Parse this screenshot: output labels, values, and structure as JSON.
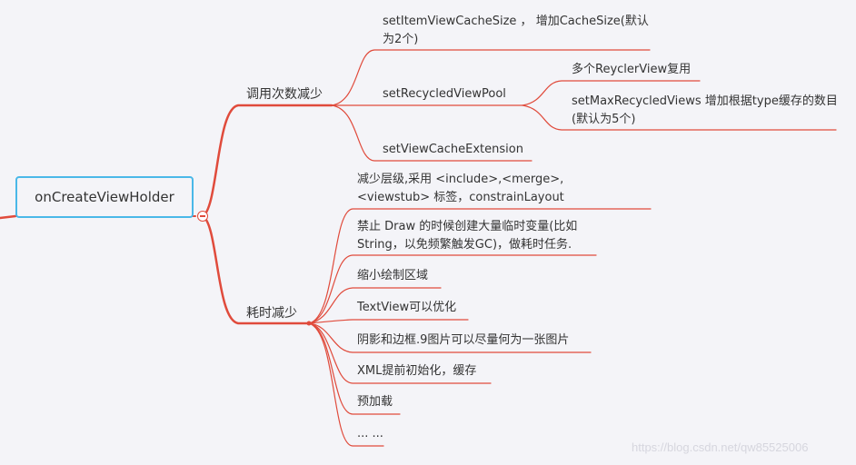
{
  "root": {
    "label": "onCreateViewHolder"
  },
  "branches": [
    {
      "label": "调用次数减少",
      "children": [
        {
          "label": "setItemViewCacheSize ， 增加CacheSize(默认为2个)"
        },
        {
          "label": "setRecycledViewPool",
          "children": [
            {
              "label": "多个ReyclerView复用"
            },
            {
              "label": "setMaxRecycledViews 增加根据type缓存的数目(默认为5个)"
            }
          ]
        },
        {
          "label": "setViewCacheExtension"
        }
      ]
    },
    {
      "label": "耗时减少",
      "children": [
        {
          "label": "减少层级,采用 <include>,<merge>, <viewstub> 标签，constrainLayout"
        },
        {
          "label": "禁止 Draw 的时候创建大量临时变量(比如String，以免频繁触发GC)，做耗时任务."
        },
        {
          "label": "缩小绘制区域"
        },
        {
          "label": "TextView可以优化"
        },
        {
          "label": "阴影和边框.9图片可以尽量何为一张图片"
        },
        {
          "label": "XML提前初始化，缓存"
        },
        {
          "label": "预加载"
        },
        {
          "label": "... ..."
        }
      ]
    }
  ],
  "watermark": "https://blog.csdn.net/qw85525006",
  "colors": {
    "link": "#e04b3c",
    "root_border": "#4ab8e8",
    "background": "#f4f4f8"
  }
}
